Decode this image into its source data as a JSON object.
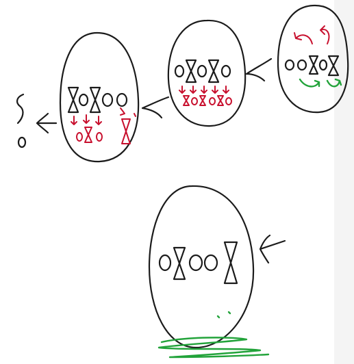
{
  "diagram": {
    "description_free": true,
    "stages": [
      {
        "id": "start",
        "symbols": [
          "O",
          "X",
          "O",
          "O",
          "X"
        ]
      },
      {
        "id": "step1",
        "symbols": [
          "O",
          "O",
          "X",
          "X"
        ],
        "moves": "swap"
      },
      {
        "id": "step2",
        "symbols": [
          "O",
          "X",
          "O",
          "X",
          "O"
        ],
        "moves": "shift"
      },
      {
        "id": "step3",
        "symbols": [
          "X",
          "O",
          "X",
          "O",
          "O"
        ],
        "moves": "shift"
      },
      {
        "id": "result",
        "symbols": [
          "O"
        ]
      }
    ],
    "colors": {
      "ink": "#1b1b1b",
      "red": "#c8102e",
      "green": "#22a33a",
      "paper": "#ffffff"
    }
  }
}
